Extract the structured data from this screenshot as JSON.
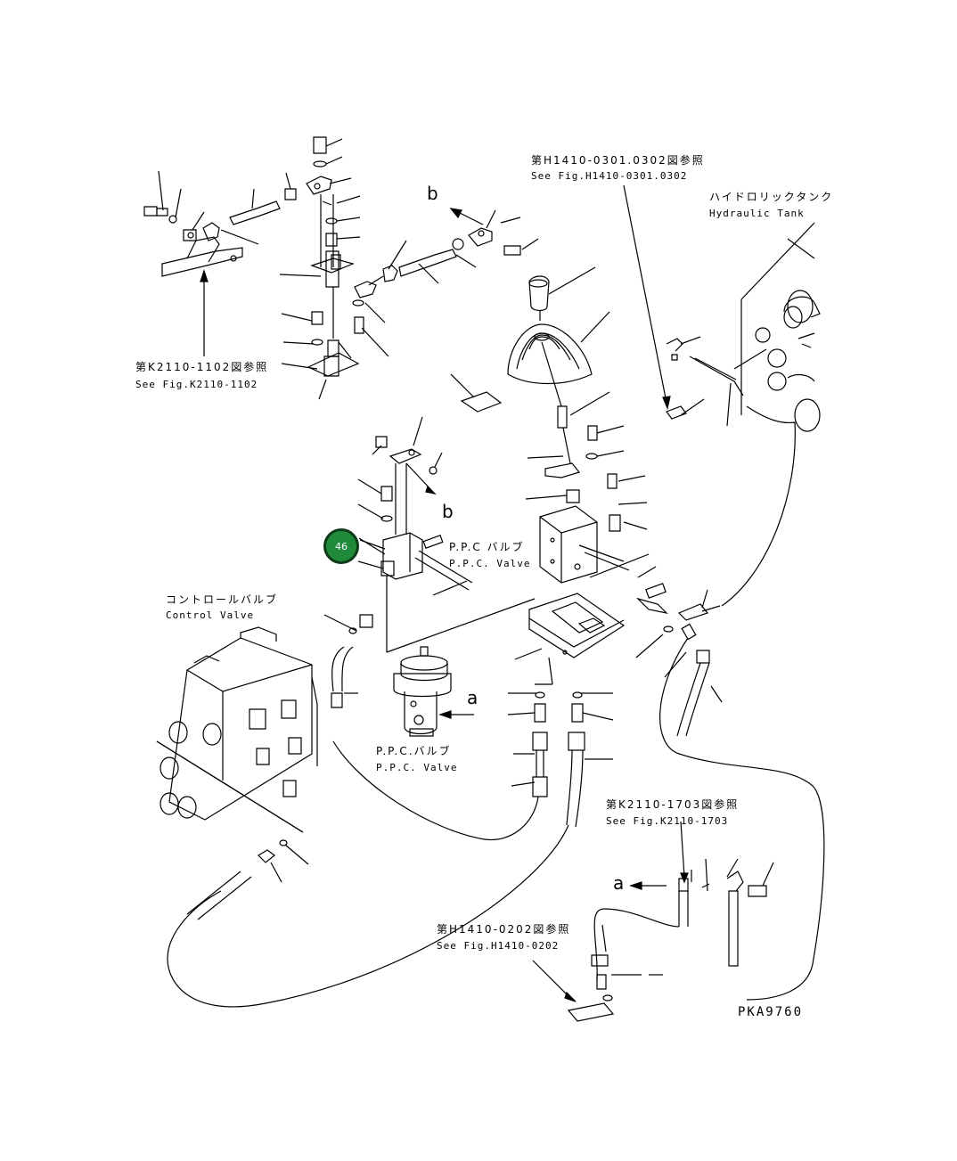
{
  "diagram": {
    "code": "PKA9760",
    "callout": "46",
    "arrow_labels": {
      "b_top": "b",
      "b_mid": "b",
      "a_mid": "a",
      "a_bottom": "a"
    },
    "refs": {
      "k2110_1102": {
        "jp": "第K2110-1102図参照",
        "en": "See Fig.K2110-1102"
      },
      "h1410_0301": {
        "jp": "第H1410-0301.0302図参照",
        "en": "See Fig.H1410-0301.0302"
      },
      "k2110_1703": {
        "jp": "第K2110-1703図参照",
        "en": "See Fig.K2110-1703"
      },
      "h1410_0202": {
        "jp": "第H1410-0202図参照",
        "en": "See Fig.H1410-0202"
      }
    },
    "components": {
      "hydraulic_tank": {
        "jp": "ハイドロリックタンク",
        "en": "Hydraulic Tank"
      },
      "ppc_valve_right": {
        "jp": "P.P.C バルブ",
        "en": "P.P.C. Valve"
      },
      "ppc_valve_lower": {
        "jp": "P.P.C.バルブ",
        "en": "P.P.C. Valve"
      },
      "control_valve": {
        "jp": "コントロールバルブ",
        "en": "Control Valve"
      }
    },
    "colors": {
      "line": "#000000",
      "callout_fill": "#1f8a3a",
      "callout_border": "#0d3b18"
    }
  }
}
